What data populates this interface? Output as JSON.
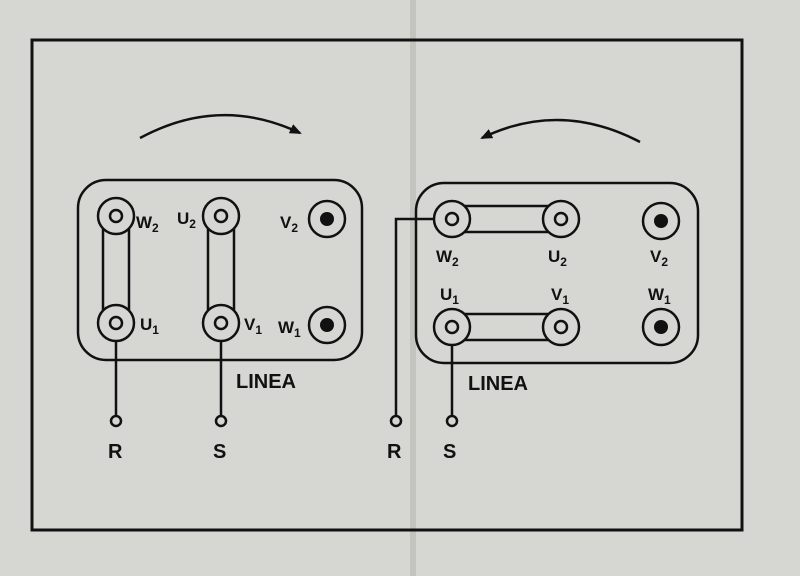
{
  "left_panel": {
    "terminals": {
      "w2": {
        "main": "W",
        "sub": "2"
      },
      "u2": {
        "main": "U",
        "sub": "2"
      },
      "v2": {
        "main": "V",
        "sub": "2"
      },
      "u1": {
        "main": "U",
        "sub": "1"
      },
      "v1": {
        "main": "V",
        "sub": "1"
      },
      "w1": {
        "main": "W",
        "sub": "1"
      }
    },
    "line_label": "LINEA",
    "leads": {
      "r": "R",
      "s": "S"
    }
  },
  "right_panel": {
    "terminals": {
      "w2": {
        "main": "W",
        "sub": "2"
      },
      "u2": {
        "main": "U",
        "sub": "2"
      },
      "v2": {
        "main": "V",
        "sub": "2"
      },
      "u1": {
        "main": "U",
        "sub": "1"
      },
      "v1": {
        "main": "V",
        "sub": "1"
      },
      "w1": {
        "main": "W",
        "sub": "1"
      }
    },
    "line_label": "LINEA",
    "leads": {
      "r": "R",
      "s": "S"
    }
  },
  "colors": {
    "paper": "#d6d6d2",
    "ink": "#111111"
  }
}
